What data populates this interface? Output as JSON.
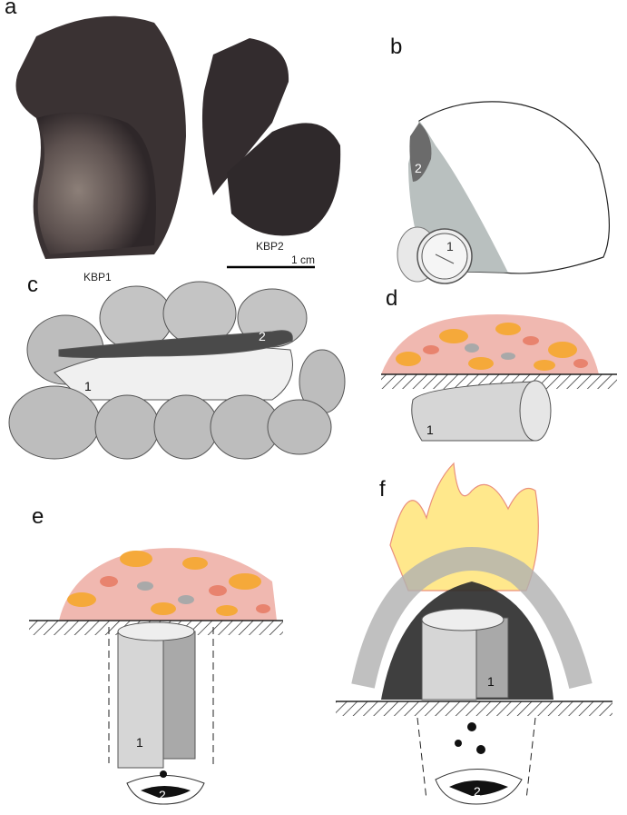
{
  "panels": {
    "a": {
      "label": "a",
      "specimen1": "KBP1",
      "specimen2": "KBP2",
      "scale_bar": "1 cm"
    },
    "b": {
      "label": "b",
      "part1": "1",
      "part2": "2"
    },
    "c": {
      "label": "c",
      "part1": "1",
      "part2": "2"
    },
    "d": {
      "label": "d",
      "part1": "1"
    },
    "e": {
      "label": "e",
      "part1": "1",
      "part2": "2"
    },
    "f": {
      "label": "f",
      "part1": "1",
      "part2": "2"
    }
  },
  "colors": {
    "fossil": "#3a3233",
    "light_grey": "#d8d8d8",
    "mid_grey": "#a9a9a9",
    "dark_grey": "#4a4a4a",
    "ember_orange": "#f5a93a",
    "ember_red": "#e8836e",
    "ember_pink": "#f0b8b0"
  }
}
